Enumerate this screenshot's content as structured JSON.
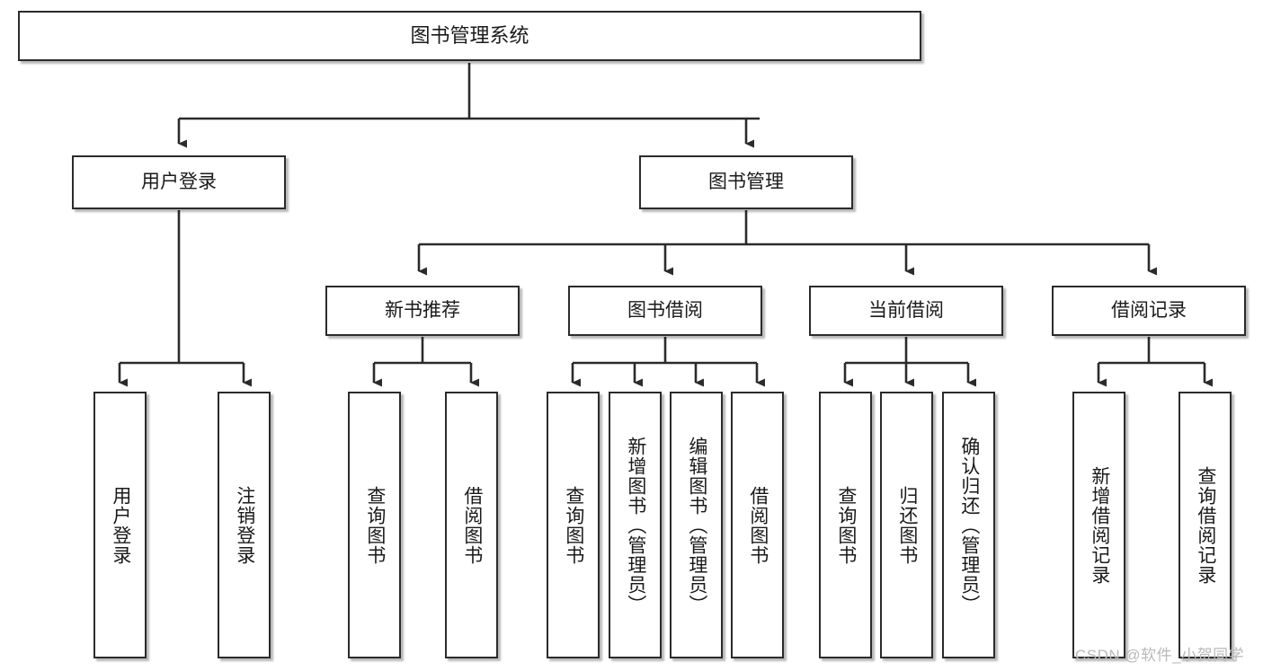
{
  "diagram": {
    "title": "图书管理系统",
    "type": "tree-hierarchy",
    "root": {
      "label": "图书管理系统"
    },
    "level2": [
      {
        "label": "用户登录"
      },
      {
        "label": "图书管理"
      }
    ],
    "level3": [
      {
        "label": "新书推荐"
      },
      {
        "label": "图书借阅"
      },
      {
        "label": "当前借阅"
      },
      {
        "label": "借阅记录"
      }
    ],
    "leaves": {
      "user_login": [
        {
          "label": "用户登录"
        },
        {
          "label": "注销登录"
        }
      ],
      "new_book_recommend": [
        {
          "label": "查询图书"
        },
        {
          "label": "借阅图书"
        }
      ],
      "book_borrow": [
        {
          "label": "查询图书"
        },
        {
          "label": "新增图书（管理员）"
        },
        {
          "label": "编辑图书（管理员）"
        },
        {
          "label": "借阅图书"
        }
      ],
      "current_borrow": [
        {
          "label": "查询图书"
        },
        {
          "label": "归还图书"
        },
        {
          "label": "确认归还（管理员）"
        }
      ],
      "borrow_record": [
        {
          "label": "新增借阅记录"
        },
        {
          "label": "查询借阅记录"
        }
      ]
    }
  },
  "watermark": {
    "text": "CSDN @软件_小贺同学"
  },
  "colors": {
    "border": "#2b2b2b",
    "text": "#1a1a1a",
    "background": "#ffffff",
    "wire": "#2b2b2b",
    "watermark": "#b9b9b9"
  }
}
